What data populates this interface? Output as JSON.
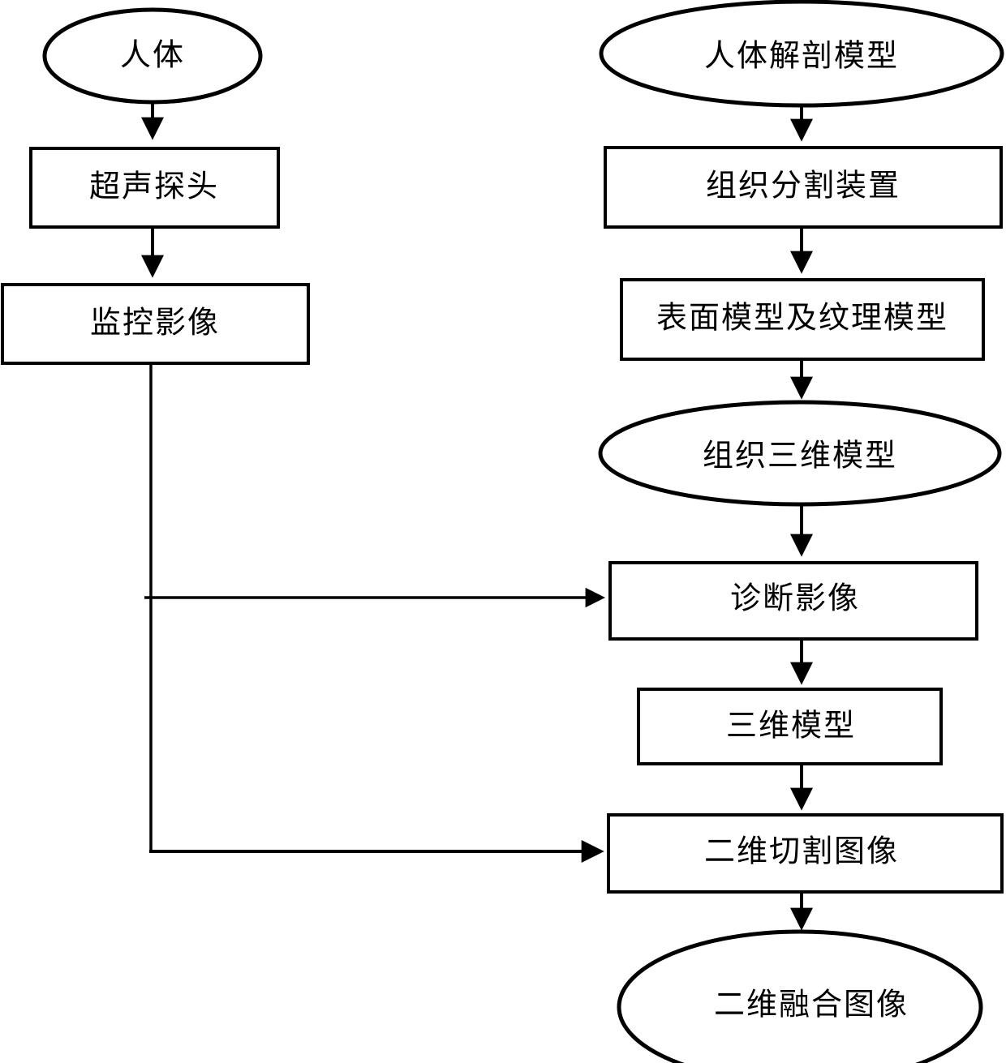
{
  "diagram": {
    "type": "flowchart",
    "orientation": "two-column top-to-bottom",
    "background_color": "#ffffff",
    "line_color": "#000000",
    "nodes": [
      {
        "id": "human-body",
        "label": "人体",
        "shape": "ellipse",
        "column": "left"
      },
      {
        "id": "ultrasound-probe",
        "label": "超声探头",
        "shape": "box",
        "column": "left"
      },
      {
        "id": "monitor-image",
        "label": "监控影像",
        "shape": "box",
        "column": "left"
      },
      {
        "id": "anatomy-model",
        "label": "人体解剖模型",
        "shape": "ellipse",
        "column": "right"
      },
      {
        "id": "tissue-segmenter",
        "label": "组织分割装置",
        "shape": "box",
        "column": "right"
      },
      {
        "id": "surface-texture",
        "label": "表面模型及纹理模型",
        "shape": "box",
        "column": "right"
      },
      {
        "id": "tissue-3d-model",
        "label": "组织三维模型",
        "shape": "ellipse",
        "column": "right"
      },
      {
        "id": "diagnostic-image",
        "label": "诊断影像",
        "shape": "box",
        "column": "right"
      },
      {
        "id": "three-d-model",
        "label": "三维模型",
        "shape": "box",
        "column": "right"
      },
      {
        "id": "two-d-cut-image",
        "label": "二维切割图像",
        "shape": "box",
        "column": "right"
      },
      {
        "id": "two-d-fused",
        "label": "二维融合图像",
        "shape": "ellipse",
        "column": "right"
      }
    ],
    "edges": [
      {
        "from": "human-body",
        "to": "ultrasound-probe",
        "style": "vertical-arrow"
      },
      {
        "from": "ultrasound-probe",
        "to": "monitor-image",
        "style": "vertical-arrow"
      },
      {
        "from": "anatomy-model",
        "to": "tissue-segmenter",
        "style": "vertical-arrow"
      },
      {
        "from": "tissue-segmenter",
        "to": "surface-texture",
        "style": "vertical-arrow"
      },
      {
        "from": "surface-texture",
        "to": "tissue-3d-model",
        "style": "vertical-arrow"
      },
      {
        "from": "tissue-3d-model",
        "to": "diagnostic-image",
        "style": "vertical-arrow"
      },
      {
        "from": "diagnostic-image",
        "to": "three-d-model",
        "style": "vertical-arrow"
      },
      {
        "from": "three-d-model",
        "to": "two-d-cut-image",
        "style": "vertical-arrow"
      },
      {
        "from": "two-d-cut-image",
        "to": "two-d-fused",
        "style": "vertical-arrow"
      },
      {
        "from": "monitor-image",
        "to": "diagnostic-image",
        "style": "elbow-right-arrow"
      },
      {
        "from": "monitor-image",
        "to": "two-d-cut-image",
        "style": "elbow-right-arrow"
      }
    ]
  }
}
